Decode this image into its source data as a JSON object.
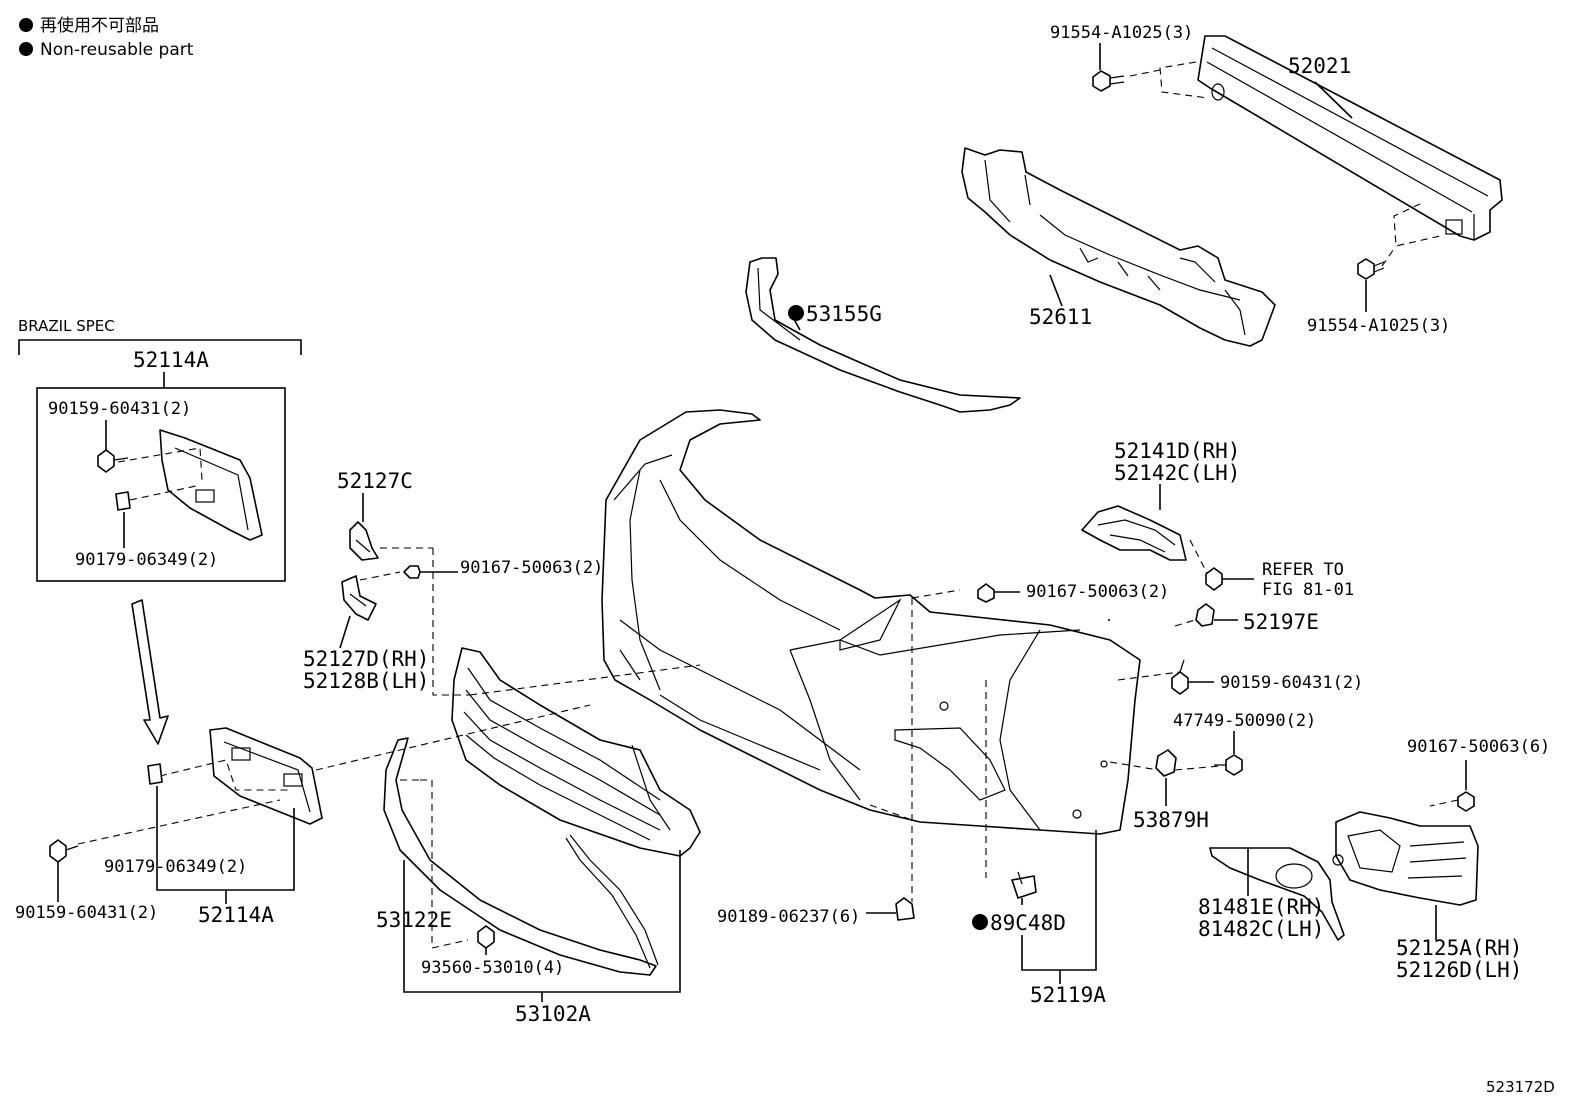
{
  "legend": {
    "line1": "再使用不可部品",
    "line2": "Non-reusable part"
  },
  "brazil_spec": "BRAZIL SPEC",
  "figure_code": "523172D",
  "labels": {
    "l_91554_top": "91554-A1025(3)",
    "l_52021": "52021",
    "l_91554_right": "91554-A1025(3)",
    "l_52611": "52611",
    "l_53155g": "53155G",
    "l_52114a_top": "52114A",
    "l_90159_box": "90159-60431(2)",
    "l_90179_box": "90179-06349(2)",
    "l_52127c": "52127C",
    "l_90167_left": "90167-50063(2)",
    "l_52127d": "52127D(RH)",
    "l_52128b": "52128B(LH)",
    "l_52141d": "52141D(RH)",
    "l_52142c": "52142C(LH)",
    "l_refer1": "REFER TO",
    "l_refer2": "FIG 81-01",
    "l_90167_mid": "90167-50063(2)",
    "l_52197e": "52197E",
    "l_90159_right": "90159-60431(2)",
    "l_47749": "47749-50090(2)",
    "l_53879h": "53879H",
    "l_90167_right": "90167-50063(6)",
    "l_90179_low": "90179-06349(2)",
    "l_90159_low": "90159-60431(2)",
    "l_52114a_low": "52114A",
    "l_53122e": "53122E",
    "l_93560": "93560-53010(4)",
    "l_53102a": "53102A",
    "l_90189": "90189-06237(6)",
    "l_89c48d": "89C48D",
    "l_52119a": "52119A",
    "l_81481e": "81481E(RH)",
    "l_81482c": "81482C(LH)",
    "l_52125a": "52125A(RH)",
    "l_52126d": "52126D(LH)"
  }
}
